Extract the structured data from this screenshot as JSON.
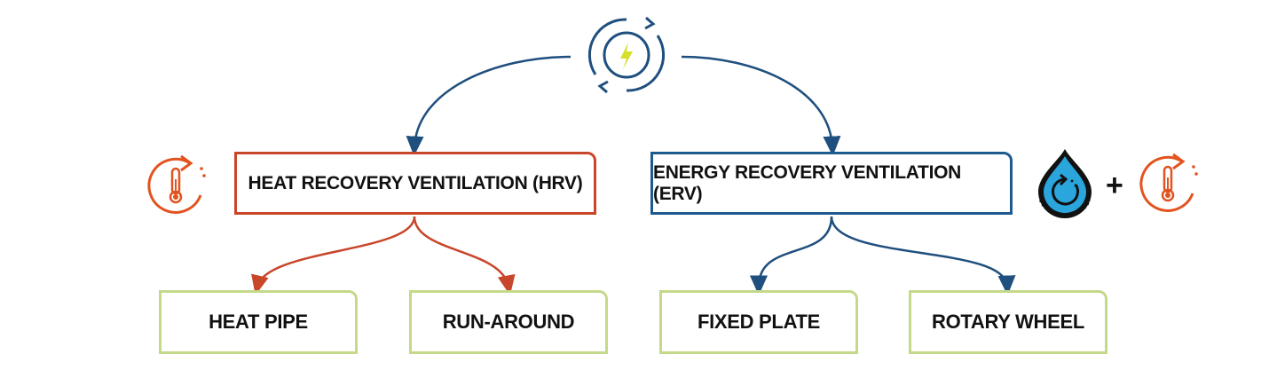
{
  "diagram": {
    "root": {
      "icon": "energy-cycle-icon"
    },
    "hrv": {
      "label": "HEAT RECOVERY VENTILATION (HRV)",
      "icon": "thermometer-cycle-icon",
      "color": "#c8462a"
    },
    "erv": {
      "label": "ENERGY RECOVERY VENTILATION (ERV)",
      "icon": "water-drop-cycle-icon",
      "plus": "+",
      "icon2": "thermometer-cycle-icon",
      "color": "#1f5a8e"
    },
    "leaves": [
      {
        "label": "HEAT PIPE"
      },
      {
        "label": "RUN-AROUND"
      },
      {
        "label": "FIXED PLATE"
      },
      {
        "label": "ROTARY WHEEL"
      }
    ],
    "leaf_border_color": "#c4d98a"
  }
}
